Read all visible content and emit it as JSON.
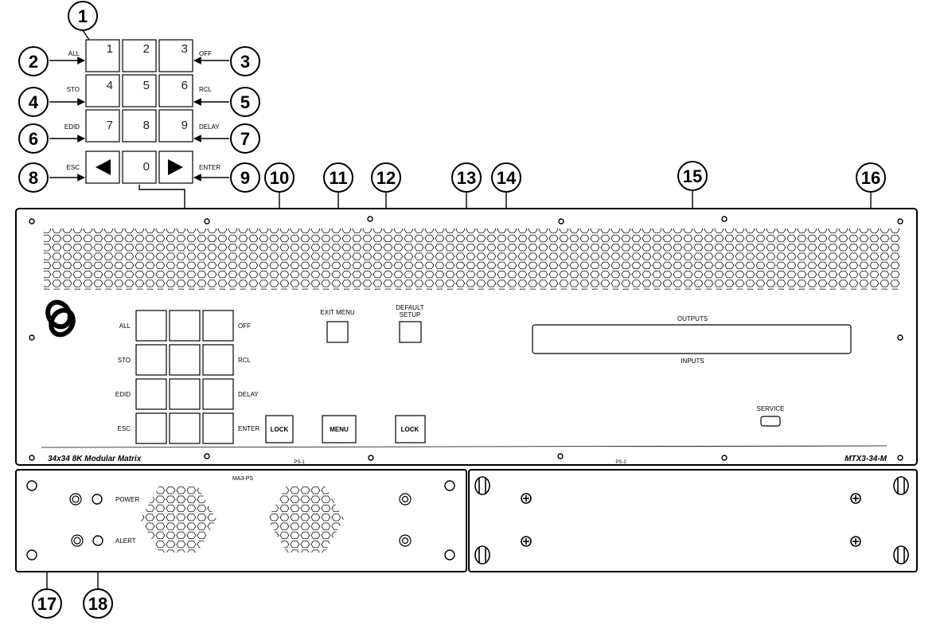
{
  "callouts": [
    "1",
    "2",
    "3",
    "4",
    "5",
    "6",
    "7",
    "8",
    "9",
    "10",
    "11",
    "12",
    "13",
    "14",
    "15",
    "16",
    "17",
    "18"
  ],
  "keypad": {
    "keys": [
      "1",
      "2",
      "3",
      "4",
      "5",
      "6",
      "7",
      "8",
      "9",
      "",
      "0",
      ""
    ],
    "left_labels": [
      "ALL",
      "STO",
      "EDID",
      "ESC"
    ],
    "right_labels": [
      "OFF",
      "RCL",
      "DELAY",
      "ENTER"
    ],
    "esc_icon": "left-arrow-icon",
    "enter_icon": "right-arrow-icon"
  },
  "front_panel": {
    "keypad_left_labels": [
      "ALL",
      "STO",
      "EDID",
      "ESC"
    ],
    "keypad_right_labels": [
      "OFF",
      "RCL",
      "DELAY",
      "ENTER"
    ],
    "lock_label_1": "LOCK",
    "exit_menu_label": "EXIT MENU",
    "menu_label": "MENU",
    "default_setup_line1": "DEFAULT",
    "default_setup_line2": "SETUP",
    "lock_label_2": "LOCK",
    "outputs_label": "OUTPUTS",
    "inputs_label": "INPUTS",
    "service_label": "SERVICE",
    "model_description": "34x34 8K Modular Matrix",
    "model_name": "MTX3-34-M",
    "ps1_label": "PS-1",
    "ps2_label": "PS-2"
  },
  "power_supply": {
    "module_label": "MA3-PS",
    "power_label": "POWER",
    "alert_label": "ALERT"
  }
}
